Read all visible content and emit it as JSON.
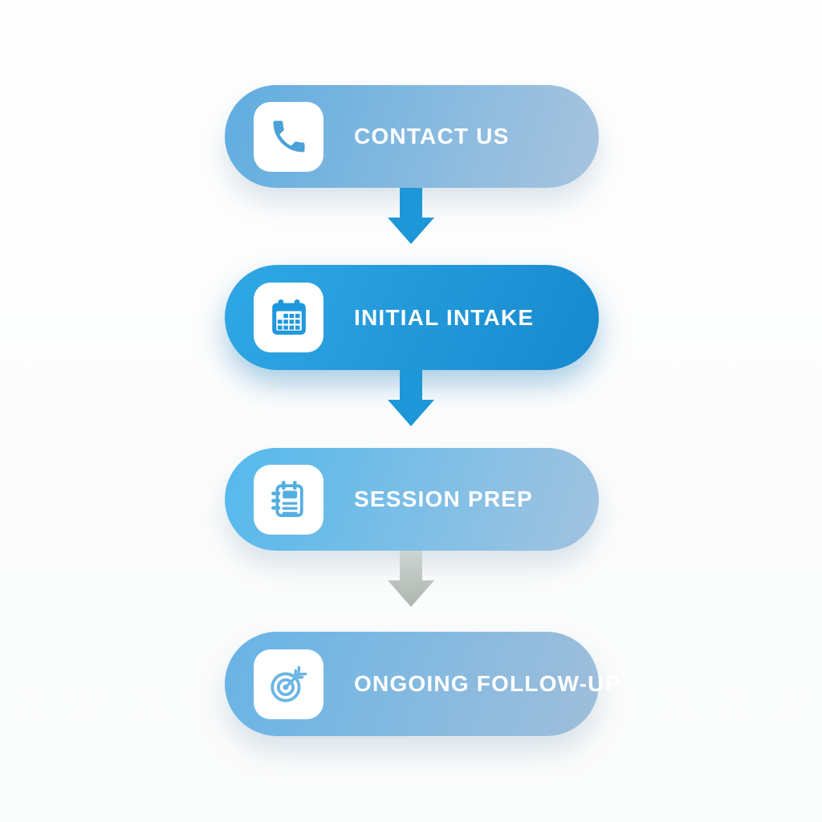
{
  "diagram": {
    "steps": [
      {
        "label": "CONTACT US",
        "icon": "phone-icon"
      },
      {
        "label": "INITIAL INTAKE",
        "icon": "calendar-icon"
      },
      {
        "label": "SESSION PREP",
        "icon": "notepad-icon"
      },
      {
        "label": "ONGOING FOLLOW-UP",
        "icon": "target-icon"
      }
    ],
    "connectors": [
      {
        "style": "blue"
      },
      {
        "style": "blue"
      },
      {
        "style": "gray"
      }
    ]
  },
  "colors": {
    "arrow_blue": "#1e97d9",
    "arrow_gray_start": "#ced4d1",
    "arrow_gray_end": "#adb6b1",
    "icon_phone": "#4ba1d8",
    "icon_calendar": "#1f97dc",
    "icon_notepad": "#55aee2",
    "icon_target": "#6cb6e2",
    "pill_light_start": "#5fade0",
    "pill_light_end": "#a8c4de",
    "pill_highlight_start": "#30a8e5",
    "pill_highlight_end": "#1689ce",
    "icon_box_bg": "#ffffff",
    "text": "#ffffff"
  }
}
